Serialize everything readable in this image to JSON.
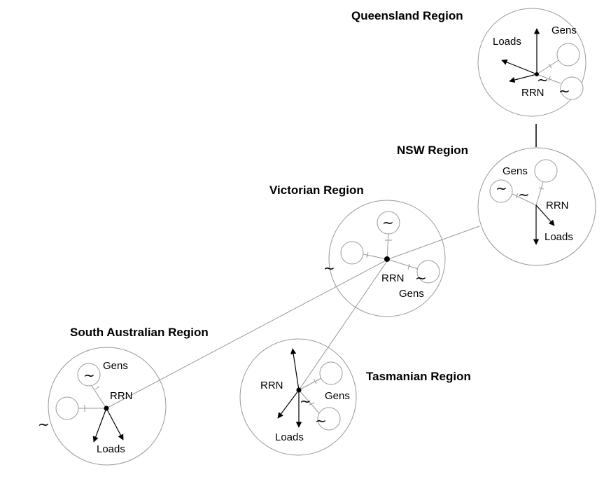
{
  "regions": {
    "queensland": {
      "title": "Queensland Region",
      "gens": "Gens",
      "loads": "Loads",
      "rrn": "RRN"
    },
    "nsw": {
      "title": "NSW Region",
      "gens": "Gens",
      "loads": "Loads",
      "rrn": "RRN"
    },
    "victorian": {
      "title": "Victorian Region",
      "gens": "Gens",
      "rrn": "RRN"
    },
    "south_australian": {
      "title": "South Australian Region",
      "gens": "Gens",
      "loads": "Loads",
      "rrn": "RRN"
    },
    "tasmanian": {
      "title": "Tasmanian Region",
      "gens": "Gens",
      "loads": "Loads",
      "rrn": "RRN"
    }
  },
  "symbols": {
    "generator": "~"
  }
}
